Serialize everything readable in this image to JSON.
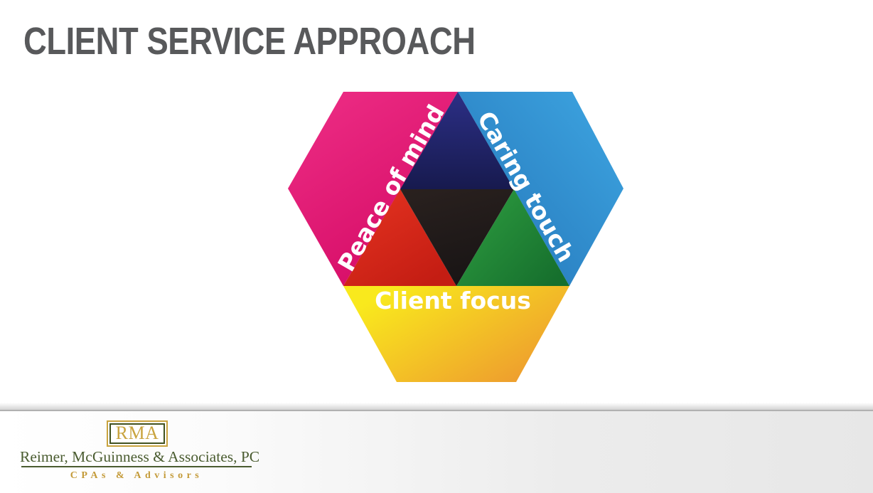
{
  "slide": {
    "title": "CLIENT SERVICE APPROACH",
    "title_color": "#58595b",
    "background_color": "#ffffff"
  },
  "diagram": {
    "type": "hexagon-overlap-diagram",
    "label_color": "#ffffff",
    "labels": {
      "peace_of_mind": "Peace of mind",
      "caring_touch": "Caring touch",
      "client_focus": "Client focus"
    },
    "colors": {
      "pink": "#ee2e86",
      "pink_dark": "#d60d67",
      "blue": "#3ea6e2",
      "blue_dark": "#2373b7",
      "navy": "#2c2f86",
      "navy_dark": "#171a4e",
      "black": "#2a211f",
      "black_dark": "#191515",
      "red": "#e63421",
      "red_dark": "#c41d13",
      "green": "#2f9f41",
      "green_dark": "#166f2d",
      "yellow": "#f9e91d",
      "yellow_dark": "#ee9d2e"
    }
  },
  "footer": {
    "logo_text": "RMA",
    "company_name": "Reimer, McGuinness & Associates, PC",
    "tagline": "CPAs & Advisors",
    "gold_color": "#c49b3a",
    "green_color": "#4a5c30",
    "band_line_color": "#b1b1b1"
  }
}
